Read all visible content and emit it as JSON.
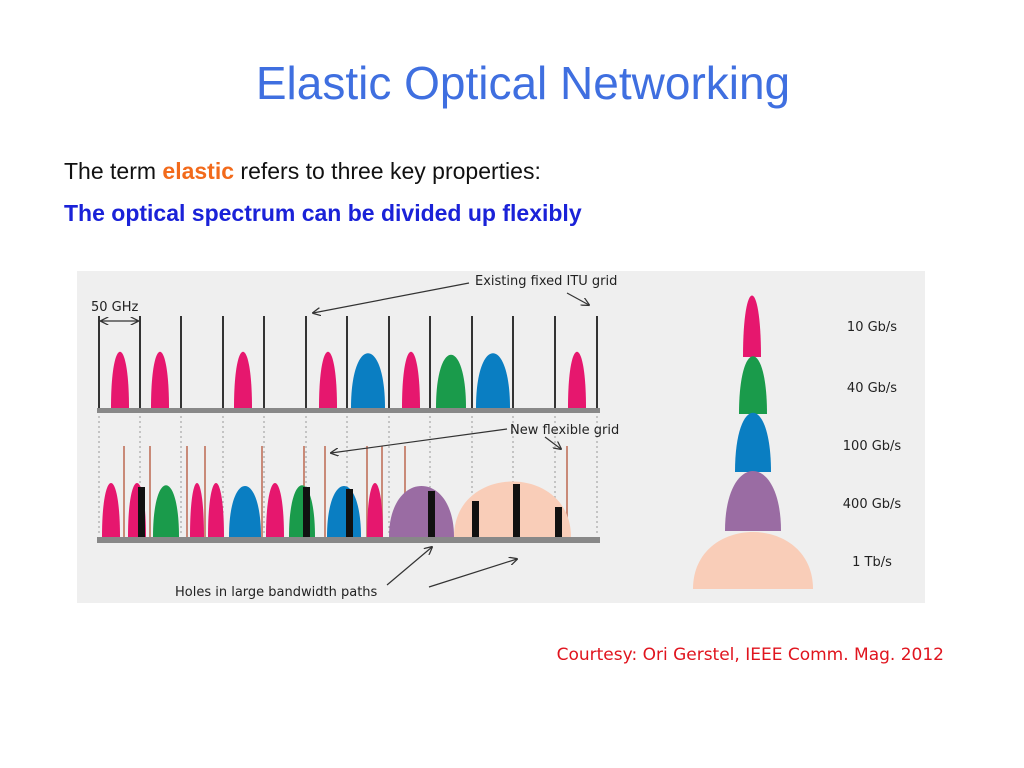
{
  "slide": {
    "title": "Elastic Optical Networking",
    "intro_prefix": "The term ",
    "intro_highlight": "elastic",
    "intro_suffix": " refers to three key properties:",
    "subheading": "The optical spectrum can be divided up flexibly",
    "courtesy": "Courtesy: Ori Gerstel, IEEE Comm. Mag. 2012"
  },
  "figure": {
    "labels": {
      "spacing": "50 GHz",
      "fixed_grid": "Existing fixed ITU grid",
      "flexible_grid": "New flexible grid",
      "holes": "Holes in large bandwidth paths"
    },
    "legend": [
      {
        "rate": "10 Gb/s",
        "color": "#e6176e"
      },
      {
        "rate": "40 Gb/s",
        "color": "#1a9b4b"
      },
      {
        "rate": "100 Gb/s",
        "color": "#0a7ec2"
      },
      {
        "rate": "400 Gb/s",
        "color": "#9a6ca3"
      },
      {
        "rate": "1 Tb/s",
        "color": "#f9cdb8"
      }
    ],
    "colors": {
      "grid_line": "#333333",
      "flex_line": "#c98a78",
      "baseline": "#888888",
      "hole": "#111111"
    }
  }
}
